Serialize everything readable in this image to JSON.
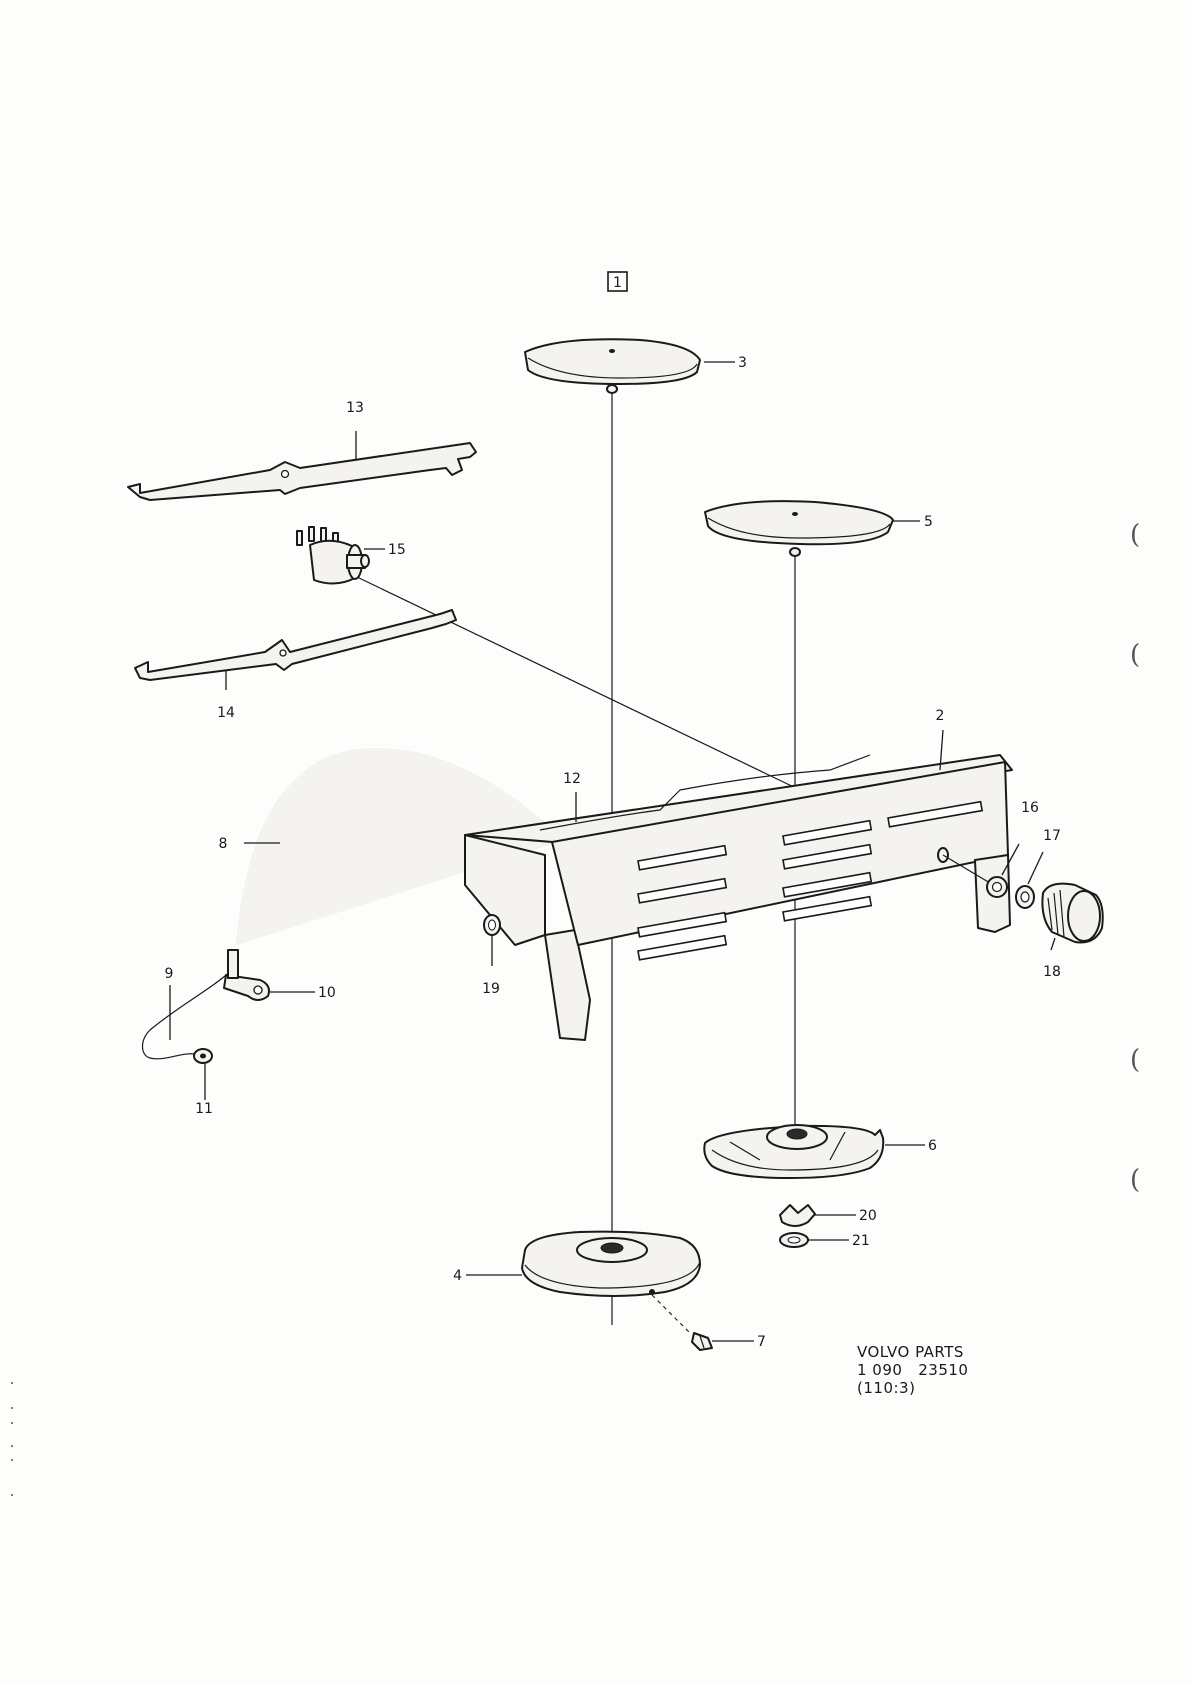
{
  "figure_ref": "1",
  "callouts": [
    "2",
    "3",
    "4",
    "5",
    "6",
    "7",
    "8",
    "9",
    "10",
    "11",
    "12",
    "13",
    "14",
    "15",
    "16",
    "17",
    "18",
    "19",
    "20",
    "21"
  ],
  "footer": {
    "line1": "VOLVO PARTS",
    "line2": "1 090   23510",
    "line3": "(110:3)"
  },
  "margin_marks": [
    "(",
    "(",
    "(",
    "("
  ]
}
